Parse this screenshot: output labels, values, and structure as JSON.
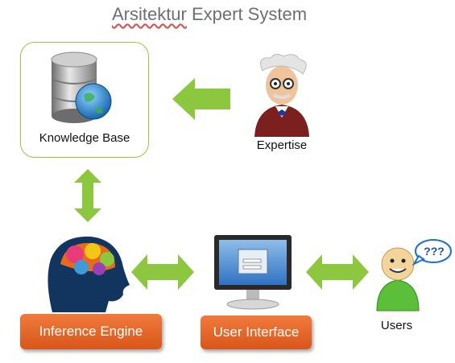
{
  "title": {
    "prefix": "Arsitektur",
    "rest": " Expert System"
  },
  "nodes": {
    "knowledge_base": "Knowledge Base",
    "expertise": "Expertise",
    "inference_engine": "Inference Engine",
    "user_interface": "User Interface",
    "users": "Users",
    "speech_bubble": "???"
  },
  "colors": {
    "arrow": "#8dc63f",
    "box_border": "#9bc53d",
    "button": "#e8672a",
    "title": "#6b6f7a"
  }
}
